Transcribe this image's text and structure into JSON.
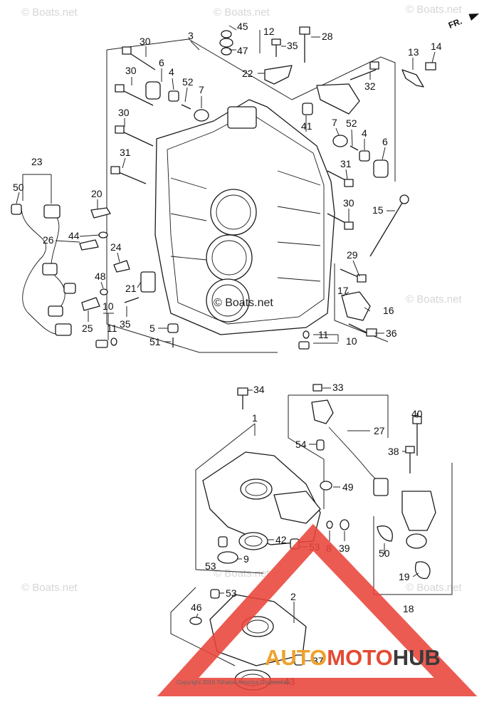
{
  "watermark": "© Boats.net",
  "center_watermark": "© Boats.net",
  "direction_label": "FR.",
  "copyright": "Copyright 2016 Tohatsu America Corporation",
  "brand": {
    "part1": "AUTO",
    "part2": "MOTO",
    "part3": "HUB",
    "colors": [
      "#f0a12a",
      "#e44a33",
      "#3a3a3a"
    ]
  },
  "callouts": [
    "30",
    "3",
    "45",
    "12",
    "47",
    "28",
    "6",
    "4",
    "35",
    "52",
    "7",
    "22",
    "13",
    "14",
    "30",
    "32",
    "30",
    "41",
    "7",
    "52",
    "4",
    "6",
    "31",
    "23",
    "31",
    "50",
    "20",
    "30",
    "15",
    "44",
    "26",
    "29",
    "24",
    "48",
    "17",
    "21",
    "16",
    "25",
    "10",
    "11",
    "35",
    "5",
    "11",
    "10",
    "36",
    "51",
    "34",
    "33",
    "1",
    "27",
    "40",
    "54",
    "38",
    "49",
    "42",
    "53",
    "8",
    "39",
    "50",
    "53",
    "9",
    "19",
    "18",
    "53",
    "2",
    "46",
    "37",
    "43"
  ]
}
